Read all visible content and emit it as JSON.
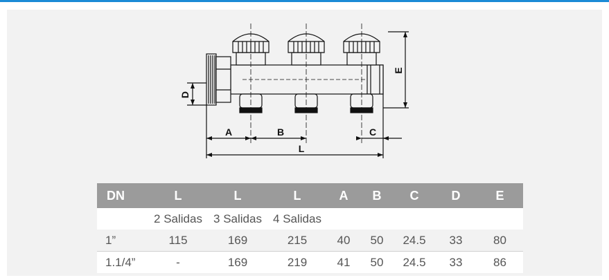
{
  "drawing_labels": {
    "a": "A",
    "b": "B",
    "c": "C",
    "d": "D",
    "e": "E",
    "l": "L"
  },
  "table": {
    "headers": [
      "DN",
      "L",
      "L",
      "L",
      "A",
      "B",
      "C",
      "D",
      "E"
    ],
    "subheader": [
      "",
      "2 Salidas",
      "3 Salidas",
      "4 Salidas",
      "",
      "",
      "",
      "",
      ""
    ],
    "rows": [
      [
        "1”",
        "115",
        "169",
        "215",
        "40",
        "50",
        "24.5",
        "33",
        "80"
      ],
      [
        "1.1/4”",
        "-",
        "169",
        "219",
        "41",
        "50",
        "24.5",
        "33",
        "86"
      ]
    ]
  },
  "colors": {
    "accent": "#1b8bd6",
    "header_bg": "#9b9b9b",
    "panel_bg": "#f2f2f2"
  }
}
